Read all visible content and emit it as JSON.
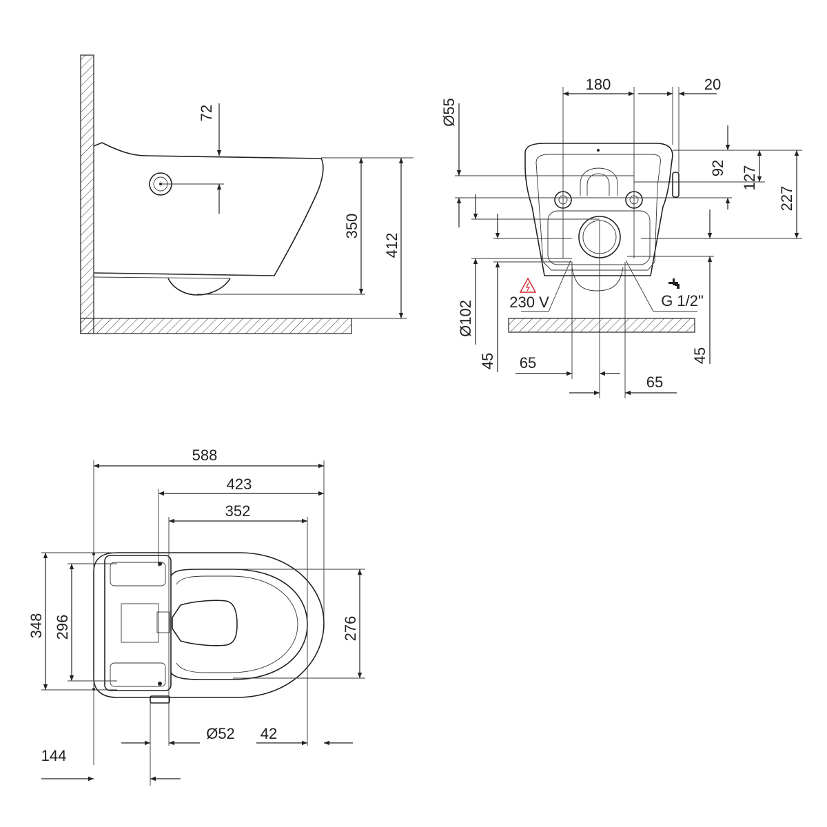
{
  "views": {
    "side": {
      "dimensions": {
        "d72": "72",
        "d350": "350",
        "d412": "412"
      }
    },
    "rear": {
      "dimensions": {
        "d180": "180",
        "d20": "20",
        "d55": "Ø55",
        "d92": "92",
        "d127": "127",
        "d227": "227",
        "d102": "Ø102",
        "d45_left": "45",
        "d45_right": "45",
        "d65_left": "65",
        "d65_right": "65"
      },
      "connections": {
        "power": "230 V",
        "water": "G 1/2\""
      }
    },
    "top": {
      "dimensions": {
        "d588": "588",
        "d423": "423",
        "d352": "352",
        "d348": "348",
        "d296": "296",
        "d276": "276",
        "d52": "Ø52",
        "d42": "42",
        "d144": "144"
      }
    }
  },
  "icons": {
    "power": "high-voltage-warning-icon",
    "water": "water-tap-icon"
  },
  "colors": {
    "line": "#222222",
    "warning": "#d9232d"
  }
}
